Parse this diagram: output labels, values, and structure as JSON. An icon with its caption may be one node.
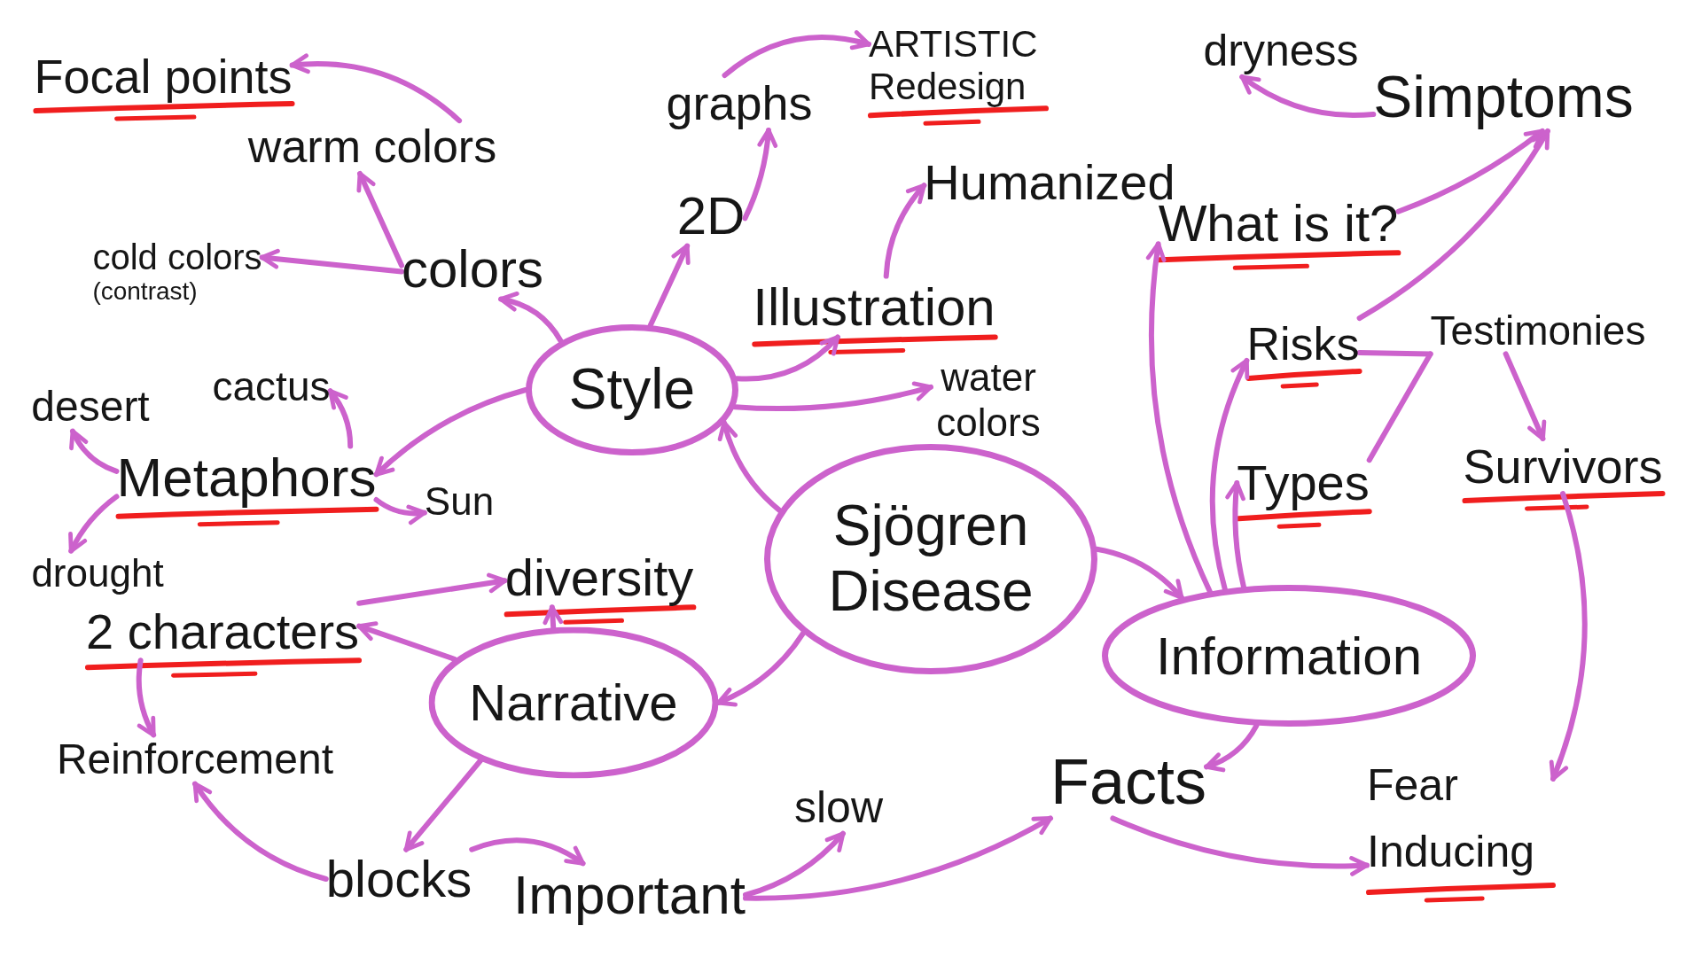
{
  "diagram": {
    "nodes": [
      {
        "text": [
          "Focal points"
        ]
      },
      {
        "text": [
          "warm colors"
        ]
      },
      {
        "text": [
          "graphs"
        ]
      },
      {
        "text": [
          "ARTISTIC Redesign"
        ]
      },
      {
        "text": [
          "dryness"
        ]
      },
      {
        "text": [
          "Simptoms"
        ]
      },
      {
        "text": [
          "Humanized"
        ]
      },
      {
        "text": [
          "2D"
        ]
      },
      {
        "text": [
          "What is it?"
        ]
      },
      {
        "text": [
          "cold colors",
          "(contrast)"
        ]
      },
      {
        "text": [
          "colors"
        ]
      },
      {
        "text": [
          "Illustration"
        ]
      },
      {
        "text": [
          "Risks"
        ]
      },
      {
        "text": [
          "Testimonies"
        ]
      },
      {
        "text": [
          "Style"
        ]
      },
      {
        "text": [
          "cactus"
        ]
      },
      {
        "text": [
          "desert"
        ]
      },
      {
        "text": [
          "water colors"
        ]
      },
      {
        "text": [
          "Metaphors"
        ]
      },
      {
        "text": [
          "Types"
        ]
      },
      {
        "text": [
          "Survivors"
        ]
      },
      {
        "text": [
          "Sjögren Disease"
        ]
      },
      {
        "text": [
          "Sun"
        ]
      },
      {
        "text": [
          "drought"
        ]
      },
      {
        "text": [
          "diversity"
        ]
      },
      {
        "text": [
          "2 characters"
        ]
      },
      {
        "text": [
          "Information"
        ]
      },
      {
        "text": [
          "Narrative"
        ]
      },
      {
        "text": [
          "Reinforcement"
        ]
      },
      {
        "text": [
          "Fear Inducing"
        ]
      },
      {
        "text": [
          "Facts"
        ]
      },
      {
        "text": [
          "slow"
        ]
      },
      {
        "text": [
          "blocks"
        ]
      },
      {
        "text": [
          "Important"
        ]
      }
    ],
    "edges": [
      {
        "from": 1,
        "to": 0,
        "arrow": "to"
      },
      {
        "from": 10,
        "to": 1,
        "arrow": "to"
      },
      {
        "from": 10,
        "to": 9,
        "arrow": "to"
      },
      {
        "from": 14,
        "to": 10,
        "arrow": "to"
      },
      {
        "from": 14,
        "to": 7,
        "arrow": "to"
      },
      {
        "from": 7,
        "to": 2,
        "arrow": "to"
      },
      {
        "from": 2,
        "to": 3,
        "arrow": "to"
      },
      {
        "from": 14,
        "to": 11,
        "arrow": "to"
      },
      {
        "from": 11,
        "to": 6,
        "arrow": "to"
      },
      {
        "from": 14,
        "to": 17,
        "arrow": "to"
      },
      {
        "from": 14,
        "to": 18,
        "arrow": "to"
      },
      {
        "from": 18,
        "to": 15,
        "arrow": "to"
      },
      {
        "from": 18,
        "to": 16,
        "arrow": "to"
      },
      {
        "from": 18,
        "to": 23,
        "arrow": "to"
      },
      {
        "from": 18,
        "to": 22,
        "arrow": "to"
      },
      {
        "from": 21,
        "to": 14,
        "arrow": "to"
      },
      {
        "from": 21,
        "to": 27,
        "arrow": "to"
      },
      {
        "from": 21,
        "to": 26,
        "arrow": "to"
      },
      {
        "from": 27,
        "to": 25,
        "arrow": "to"
      },
      {
        "from": 27,
        "to": 24,
        "arrow": "to"
      },
      {
        "from": 25,
        "to": 24,
        "arrow": "to"
      },
      {
        "from": 25,
        "to": 28,
        "arrow": "to"
      },
      {
        "from": 27,
        "to": 32,
        "arrow": "to"
      },
      {
        "from": 32,
        "to": 28,
        "arrow": "to"
      },
      {
        "from": 32,
        "to": 33,
        "arrow": "to"
      },
      {
        "from": 33,
        "to": 31,
        "arrow": "to"
      },
      {
        "from": 33,
        "to": 30,
        "arrow": "to"
      },
      {
        "from": 30,
        "to": 29,
        "arrow": "to"
      },
      {
        "from": 26,
        "to": 30,
        "arrow": "to"
      },
      {
        "from": 26,
        "to": 8,
        "arrow": "to"
      },
      {
        "from": 26,
        "to": 12,
        "arrow": "to"
      },
      {
        "from": 26,
        "to": 19,
        "arrow": "to"
      },
      {
        "from": 8,
        "to": 5,
        "arrow": "to"
      },
      {
        "from": 12,
        "to": 5,
        "arrow": "to"
      },
      {
        "from": 5,
        "to": 4,
        "arrow": "to"
      },
      {
        "from": 12,
        "to": 13,
        "arrow": "none"
      },
      {
        "from": 19,
        "to": 13,
        "arrow": "none"
      },
      {
        "from": 13,
        "to": 20,
        "arrow": "to"
      },
      {
        "from": 20,
        "to": 29,
        "arrow": "to"
      }
    ]
  }
}
